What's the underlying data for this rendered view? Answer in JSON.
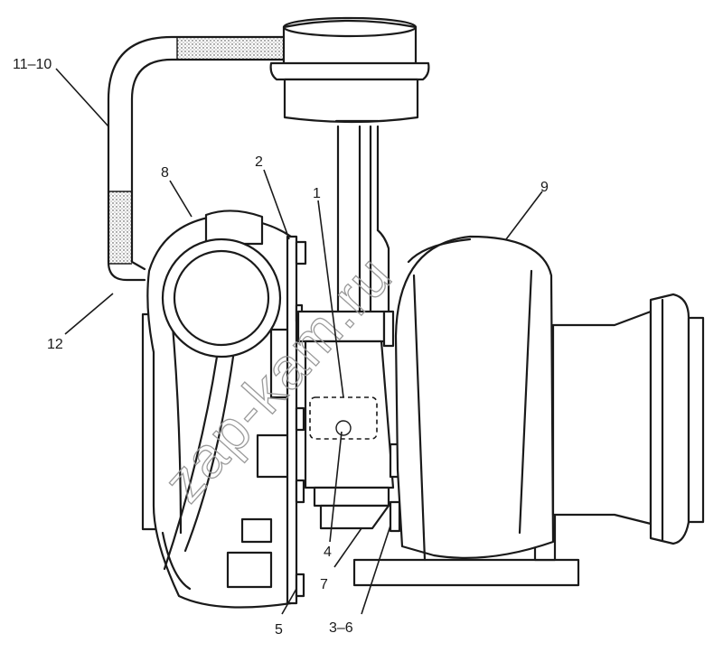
{
  "diagram": {
    "callouts": [
      {
        "id": "c-11-10",
        "text": "11–10"
      },
      {
        "id": "c-12",
        "text": "12"
      },
      {
        "id": "c-8",
        "text": "8"
      },
      {
        "id": "c-2",
        "text": "2"
      },
      {
        "id": "c-1",
        "text": "1"
      },
      {
        "id": "c-9",
        "text": "9"
      },
      {
        "id": "c-4",
        "text": "4"
      },
      {
        "id": "c-7",
        "text": "7"
      },
      {
        "id": "c-5",
        "text": "5"
      },
      {
        "id": "c-3-6",
        "text": "3–6"
      }
    ],
    "watermark": "zap-kam.ru",
    "colors": {
      "line": "#1a1a1a",
      "background": "#ffffff",
      "watermark": "#9a9a9a"
    }
  }
}
